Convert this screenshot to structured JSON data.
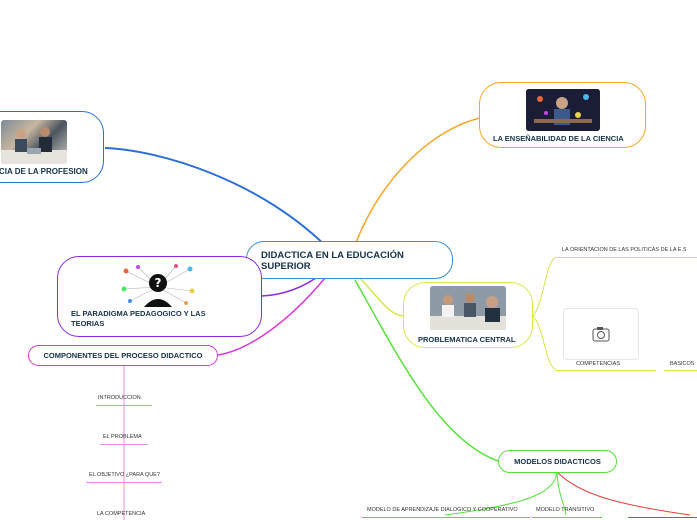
{
  "central": {
    "title": "DIDACTICA EN LA EDUCACIÓN SUPERIOR"
  },
  "nodes": {
    "profesion": {
      "title": "CIA DE LA PROFESION"
    },
    "ciencia": {
      "title": "LA ENSEÑABILIDAD DE LA CIENCIA"
    },
    "paradigma": {
      "title": "EL PARADIGMA PEDAGOGICO Y LAS TEORIAS"
    },
    "problematica": {
      "title": "PROBLEMATICA CENTRAL"
    },
    "componentes": {
      "title": "COMPONENTES DEL PROCESO DIDACTICO"
    },
    "modelos": {
      "title": "MODELOS DIDACTICOS"
    }
  },
  "problematica_children": {
    "orientacion": "LA ORIENTACION DE LAS POLITICAS DE LA E.S",
    "competencias": "COMPETENCIAS",
    "basicos": "BASICOS"
  },
  "componentes_children": [
    "INTRODUCCION",
    "EL PROBLEMA",
    "EL OBJETIVO ¿PARA QUE?",
    "LA COMPETENCIA"
  ],
  "modelos_children": [
    "MODELO DE APRENDIZAJE DIALOGICO Y COOPERATIVO",
    "MODELO TRANSITIVO"
  ],
  "colors": {
    "blue": "#2b6fd6",
    "orange": "#f5a623",
    "purple": "#8a2be2",
    "magenta": "#d63ad6",
    "yellow_green": "#d4e84a",
    "green": "#57e03c",
    "red": "#e03c3c",
    "central_border": "#3c8fd6"
  },
  "icons": {
    "camera": "camera-icon",
    "question_head": "question-head-icon"
  }
}
